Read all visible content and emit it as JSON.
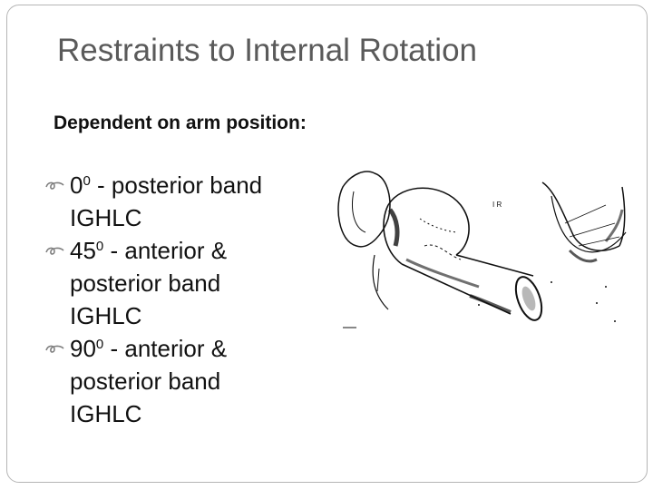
{
  "slide": {
    "title": "Restraints to Internal Rotation",
    "subtitle": "Dependent on arm position:",
    "bullets": [
      {
        "degrees": "0",
        "superscript": "0",
        "first_line_rest": " - posterior band",
        "continuation": [
          "IGHLC"
        ]
      },
      {
        "degrees": "45",
        "superscript": "0",
        "first_line_rest": " - anterior &",
        "continuation": [
          "posterior band",
          "IGHLC"
        ]
      },
      {
        "degrees": "90",
        "superscript": "0",
        "first_line_rest": " - anterior &",
        "continuation": [
          "posterior band",
          "IGHLC"
        ]
      }
    ],
    "figure_label": "I R",
    "bullet_icon": "curl-bullet-icon",
    "colors": {
      "title": "#5a5a5a",
      "text": "#111111",
      "bullet": "#7f7f7f",
      "border": "#b5b5b5"
    }
  }
}
